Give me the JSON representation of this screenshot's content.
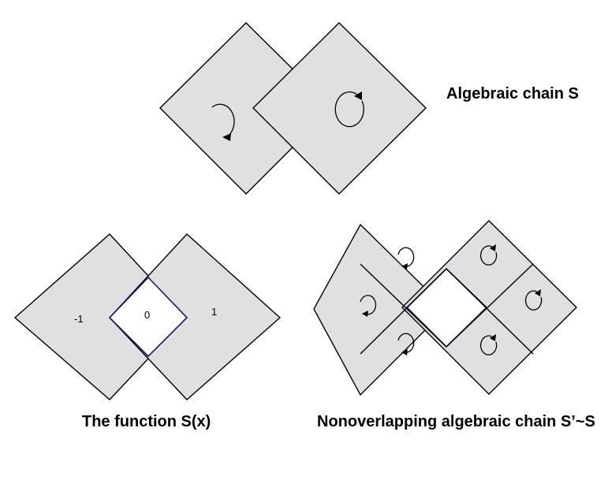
{
  "captions": {
    "top": "Algebraic chain S",
    "bottom_left": "The function S(x)",
    "bottom_right": "Nonoverlapping algebraic chain S’~S"
  },
  "function_values": {
    "left": "-1",
    "center": "0",
    "right": "1"
  }
}
